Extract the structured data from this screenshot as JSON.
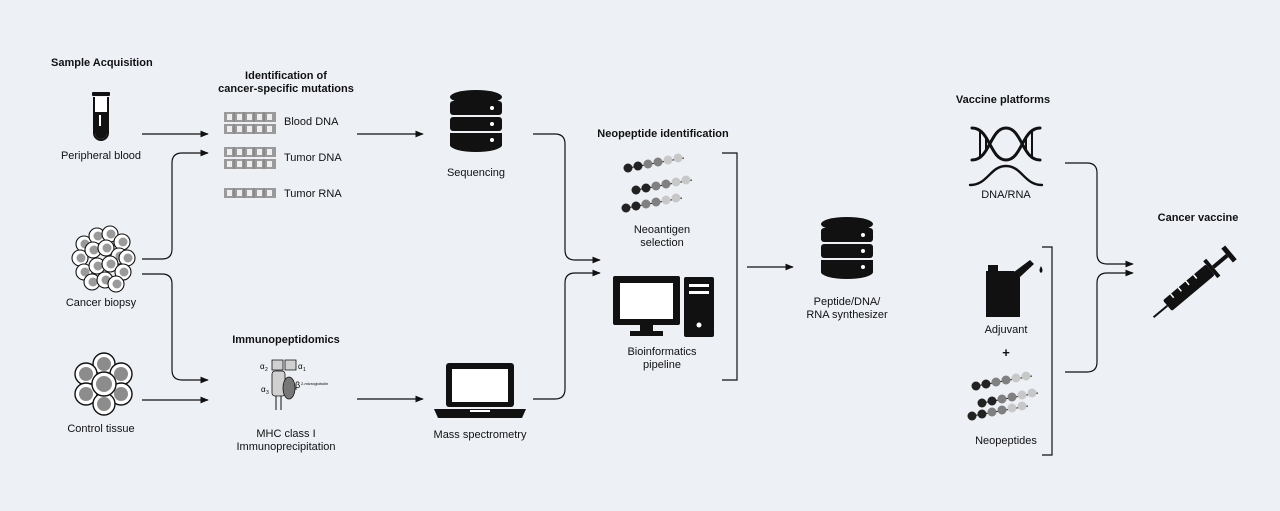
{
  "headings": {
    "sample_acquisition": "Sample Acquisition",
    "identification_line1": "Identification of",
    "identification_line2": "cancer-specific mutations",
    "immunopeptidomics": "Immunopeptidomics",
    "neopeptide_identification": "Neopeptide identification",
    "vaccine_platforms": "Vaccine platforms",
    "cancer_vaccine": "Cancer vaccine"
  },
  "samples": {
    "peripheral_blood": "Peripheral blood",
    "cancer_biopsy": "Cancer biopsy",
    "control_tissue": "Control tissue"
  },
  "mutations": {
    "blood_dna": "Blood DNA",
    "tumor_dna": "Tumor DNA",
    "tumor_rna": "Tumor RNA"
  },
  "mhc": {
    "alpha2": "α",
    "alpha1": "α",
    "alpha3": "α",
    "sub2": "2",
    "sub1": "1",
    "sub3": "3",
    "beta2": "β",
    "microglobulin": "2-microglobulin",
    "line1": "MHC class I",
    "line2": "Immunoprecipitation"
  },
  "processing": {
    "sequencing": "Sequencing",
    "mass_spectrometry": "Mass spectrometry",
    "neoantigen_line1": "Neoantigen",
    "neoantigen_line2": "selection",
    "bioinformatics_line1": "Bioinformatics",
    "bioinformatics_line2": "pipeline",
    "synth_line1": "Peptide/DNA/",
    "synth_line2": "RNA synthesizer"
  },
  "vaccine": {
    "dna_rna": "DNA/RNA",
    "adjuvant": "Adjuvant",
    "plus": "+",
    "neopeptides": "Neopeptides"
  },
  "icons": {
    "blood": "test-tube-icon",
    "biopsy": "cell-cluster-icon",
    "control": "cell-cluster-icon",
    "sequence": "sequence-strip-icon",
    "database": "database-icon",
    "laptop": "laptop-icon",
    "computer": "desktop-computer-icon",
    "peptide": "peptide-chain-icon",
    "dna": "dna-helix-icon",
    "canister": "canister-icon",
    "syringe": "syringe-icon",
    "mhc": "mhc-molecule-icon"
  },
  "colors": {
    "background": "#edf1f6",
    "ink": "#111111",
    "peptide_dark": "#222222",
    "peptide_mid": "#808080",
    "peptide_light": "#c8c8c8",
    "sequence_fill": "#9a9a9a"
  }
}
